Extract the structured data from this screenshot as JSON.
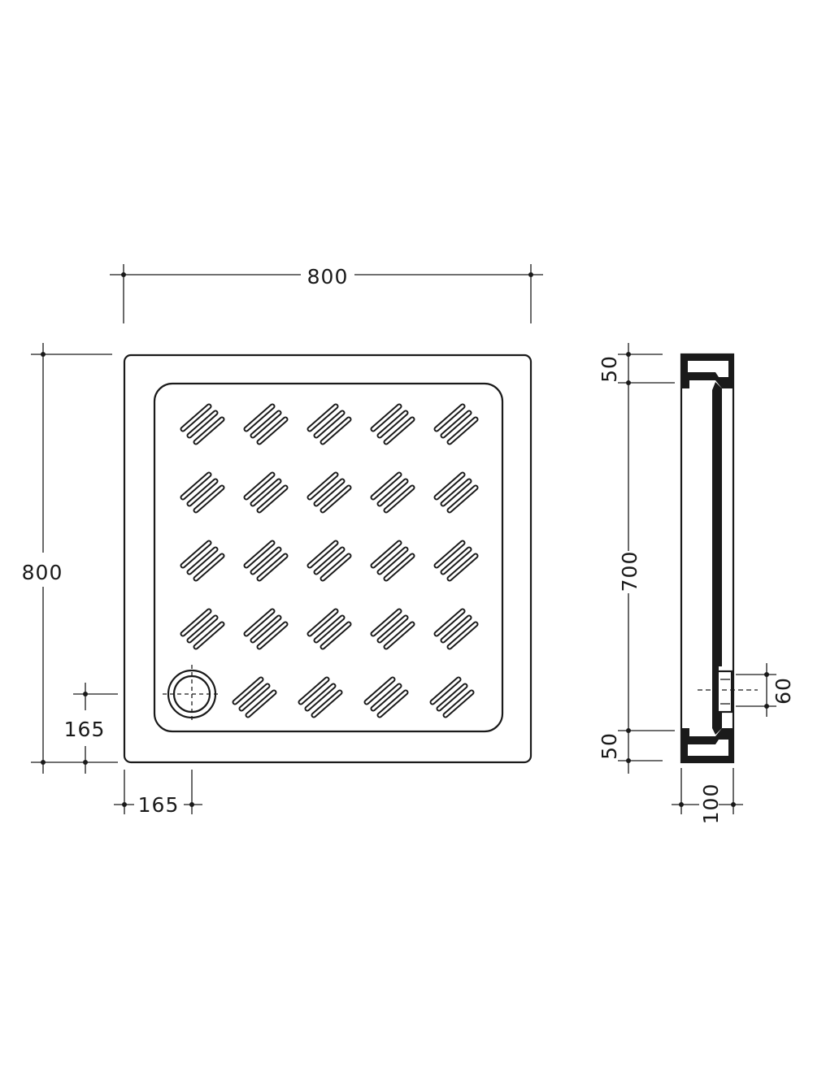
{
  "top_view": {
    "width_label": "800",
    "height_label": "800",
    "drain_offset_y_label": "165",
    "drain_offset_x_label": "165",
    "pattern_rows": 5,
    "pattern_cols": 5
  },
  "side_view": {
    "top_rim_label": "50",
    "height_label": "700",
    "bottom_rim_label": "50",
    "drain_label": "60",
    "depth_label": "100"
  },
  "colors": {
    "line": "#1a1a1a",
    "background": "#ffffff"
  }
}
